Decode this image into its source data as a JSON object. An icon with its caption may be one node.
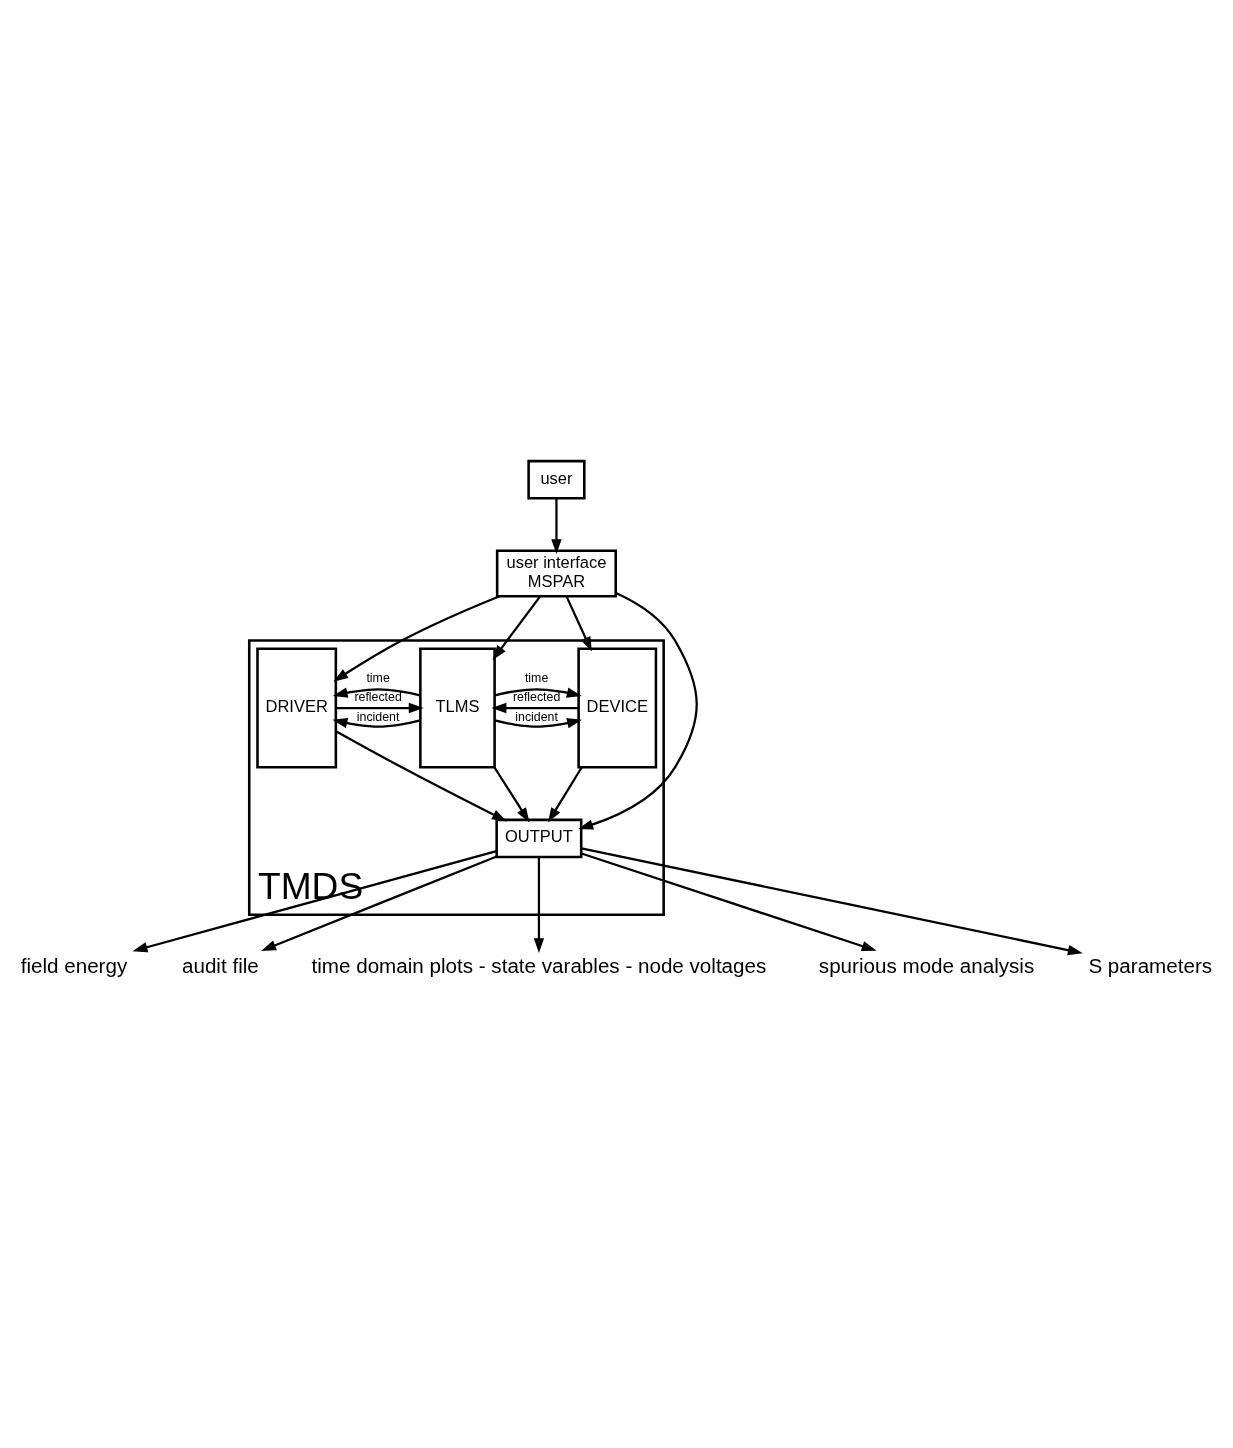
{
  "diagram": {
    "nodes": [
      {
        "text": [
          "user"
        ]
      },
      {
        "text": [
          "user interface",
          "MSPAR"
        ]
      },
      {
        "text": [
          "TMDS"
        ]
      },
      {
        "text": [
          "DRIVER"
        ],
        "in": 2
      },
      {
        "text": [
          "TLMS"
        ],
        "in": 2
      },
      {
        "text": [
          "DEVICE"
        ],
        "in": 2
      },
      {
        "text": [
          "OUTPUT"
        ],
        "in": 2
      },
      {
        "text": [
          "field energy"
        ]
      },
      {
        "text": [
          "audit file"
        ]
      },
      {
        "text": [
          "time domain plots - state varables - node voltages"
        ]
      },
      {
        "text": [
          "spurious mode analysis"
        ]
      },
      {
        "text": [
          "S parameters"
        ]
      }
    ],
    "edges": [
      {
        "from": 0,
        "to": 1,
        "arrow": "to"
      },
      {
        "from": 1,
        "to": 6,
        "arrow": "to"
      },
      {
        "from": 1,
        "to": 3,
        "arrow": "to"
      },
      {
        "from": 1,
        "to": 4,
        "arrow": "to"
      },
      {
        "from": 1,
        "to": 5,
        "arrow": "to"
      },
      {
        "from": 4,
        "to": 3,
        "label": "time",
        "arrow": "to"
      },
      {
        "from": 4,
        "to": 3,
        "label": "incident",
        "arrow": "to"
      },
      {
        "from": 3,
        "to": 4,
        "label": "reflected",
        "arrow": "to"
      },
      {
        "from": 4,
        "to": 5,
        "label": "time",
        "arrow": "to"
      },
      {
        "from": 4,
        "to": 5,
        "label": "incident",
        "arrow": "to"
      },
      {
        "from": 5,
        "to": 4,
        "label": "reflected",
        "arrow": "to"
      },
      {
        "from": 3,
        "to": 6,
        "arrow": "to"
      },
      {
        "from": 4,
        "to": 6,
        "arrow": "to"
      },
      {
        "from": 5,
        "to": 6,
        "arrow": "to"
      },
      {
        "from": 6,
        "to": 7,
        "arrow": "to"
      },
      {
        "from": 6,
        "to": 8,
        "arrow": "to"
      },
      {
        "from": 6,
        "to": 9,
        "arrow": "to"
      },
      {
        "from": 6,
        "to": 11,
        "arrow": "to"
      },
      {
        "from": 6,
        "to": 10,
        "arrow": "to"
      }
    ]
  }
}
